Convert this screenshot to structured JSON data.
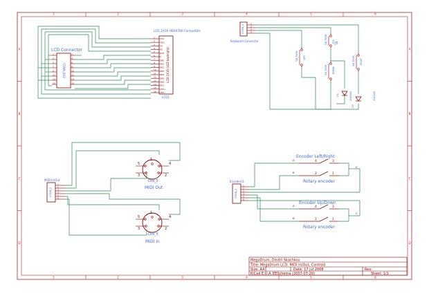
{
  "frame": {
    "cols": [
      "1",
      "2",
      "3",
      "4",
      "5",
      "6"
    ],
    "rows": [
      "A",
      "B",
      "C",
      "D"
    ]
  },
  "lcd": {
    "connector_label": "LCD Connector",
    "part_title": "LCD_2X16 HD44780 Compatible",
    "module_text": "LCD 2X16 (LED backlight)",
    "ref": "LCD1",
    "connector_ref": "CONN_8X2",
    "pins": [
      "1",
      "2",
      "3",
      "4",
      "5",
      "6",
      "7",
      "8",
      "9",
      "10",
      "11",
      "12",
      "13",
      "14",
      "15",
      "16"
    ],
    "signals": [
      "VSS",
      "VDD",
      "V0",
      "RS",
      "R/W",
      "E",
      "DB0",
      "DB1",
      "DB2",
      "DB3",
      "DB4",
      "DB5",
      "DB6",
      "DB7",
      "LED+",
      "LED-"
    ]
  },
  "keyboard": {
    "connector_label": "Keyboard Connector",
    "connector_ref": "CONN_4",
    "pins": [
      "1",
      "2",
      "3",
      "4"
    ],
    "switch_labels": [
      "SW_PUSH",
      "SW_PUSH",
      "SW_PUSH",
      "SW_PUSH"
    ],
    "switch_names": [
      "LEFT",
      "ESC",
      "DOWN",
      "RIGHT"
    ],
    "jumper": "J5",
    "diodes": [
      "1N4148",
      "1N4148"
    ],
    "diode_refs": [
      "D1",
      "D2"
    ]
  },
  "midi": {
    "connector_label": "MIDI In/Out",
    "connector_ref": "CONN_5",
    "out_part": "DIN_5",
    "out_label": "MIDI Out",
    "in_part": "DIN_5",
    "in_label": "MIDI In",
    "pin_numbers_out": [
      "5",
      "4",
      "1",
      "3",
      "2"
    ],
    "pin_numbers_in": [
      "5",
      "4",
      "1",
      "3",
      "2"
    ]
  },
  "encoders": {
    "connector_label": "Encoders1",
    "connector_ref": "CONN_5",
    "enc1_title": "Encoder Left/Right",
    "enc1_part": "Rotary encoder",
    "enc2_title": "Encoder Up/Down",
    "enc2_part": "Rotary encoder",
    "pin_a": "A",
    "pin_b": "B",
    "pin_c": "C",
    "numbers": [
      "4",
      "3",
      "2",
      "1"
    ]
  },
  "title_block": {
    "author": "MegaDrum, Dmitri Skachkov",
    "title": "Title: MegaDrum LCD, MIDI In/Out, Controls",
    "size": "Size: A4",
    "date": "Date: 17 jul 2008",
    "rev": "Rev:",
    "kicad": "KiCad E.D.A.",
    "eeschema": "EESchema (2007-07-20)",
    "sheet": "Sheet: 1/1"
  }
}
